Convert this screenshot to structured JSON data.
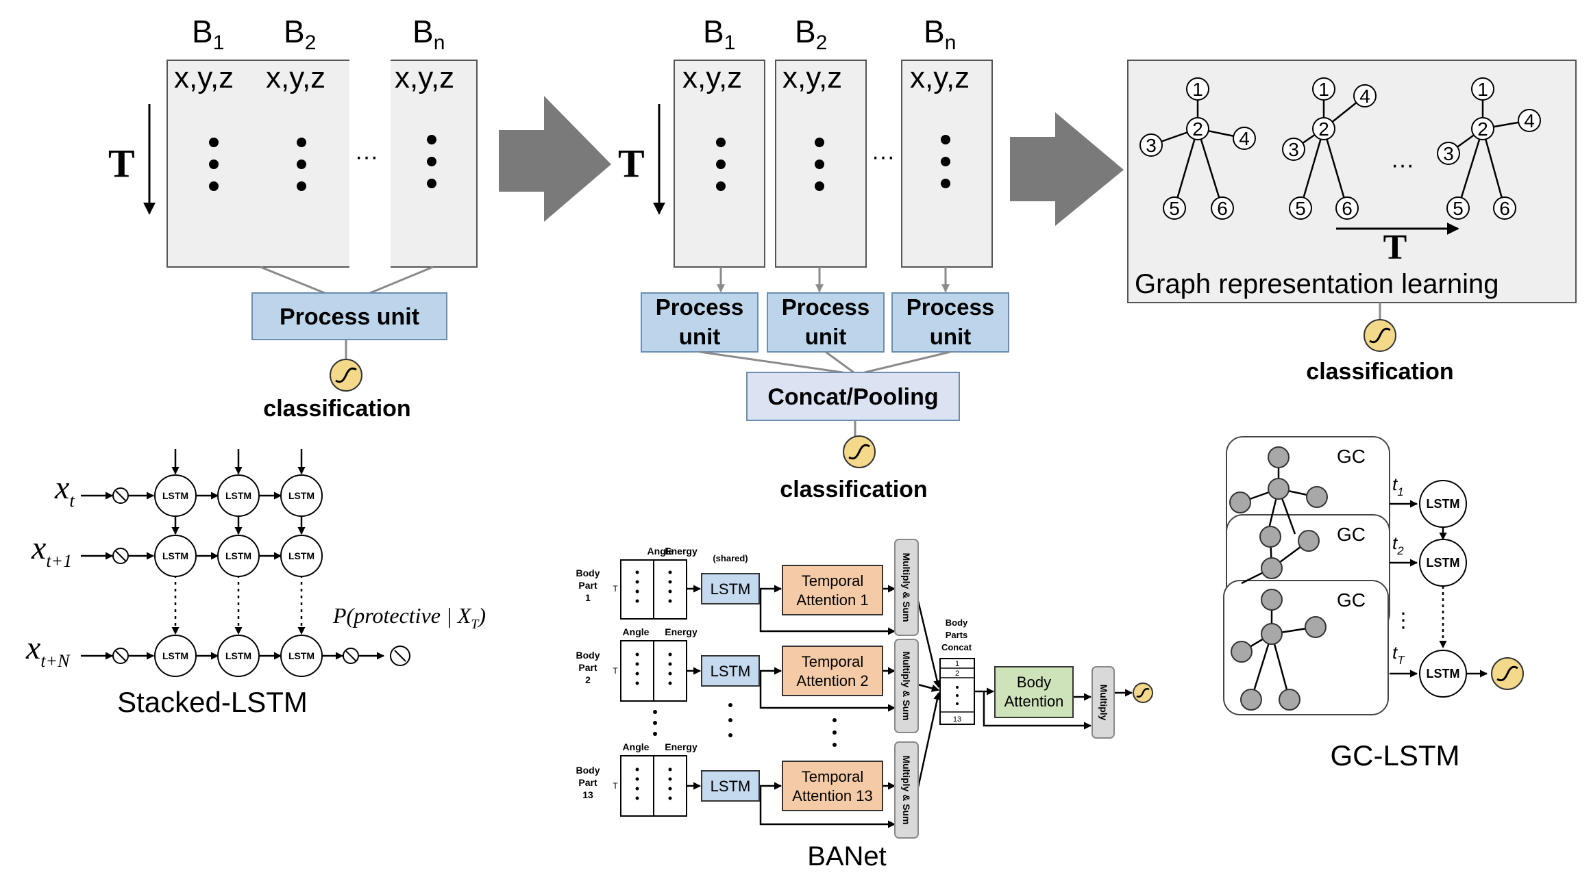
{
  "top": {
    "block_labels": [
      "B",
      "B",
      "B"
    ],
    "block_subs": [
      "1",
      "2",
      "n"
    ],
    "coord_label": "x,y,z",
    "time_label": "T",
    "ellipsis": "···",
    "process_unit": "Process unit",
    "process_line1": "Process",
    "process_line2": "unit",
    "concat_pooling": "Concat/Pooling",
    "classification": "classification",
    "graph_caption": "Graph representation learning",
    "graph_time": "T",
    "node_labels": [
      "1",
      "2",
      "3",
      "4",
      "5",
      "6"
    ]
  },
  "stacked_lstm": {
    "title": "Stacked-LSTM",
    "cell_label": "LSTM",
    "x_t": "x",
    "x_t_sub": "t",
    "x_t1": "x",
    "x_t1_sub": "t+1",
    "x_tN": "x",
    "x_tN_sub": "t+N",
    "prob_label": "P(protective | X",
    "prob_sub": "T",
    "prob_close": ")"
  },
  "banet": {
    "title": "BANet",
    "angle": "Angle",
    "energy": "Energy",
    "shared": "(shared)",
    "lstm": "LSTM",
    "t_label": "T",
    "body_parts": [
      {
        "line1": "Body",
        "line2": "Part",
        "line3": "1",
        "attn1": "Temporal",
        "attn2": "Attention 1"
      },
      {
        "line1": "Body",
        "line2": "Part",
        "line3": "2",
        "attn1": "Temporal",
        "attn2": "Attention 2"
      },
      {
        "line1": "Body",
        "line2": "Part",
        "line3": "13",
        "attn1": "Temporal",
        "attn2": "Attention 13"
      }
    ],
    "multiply_sum": "Multiply & Sum",
    "concat_title": [
      "Body",
      "Parts",
      "Concat"
    ],
    "concat_cells": [
      "1",
      "2",
      "13"
    ],
    "body_attention1": "Body",
    "body_attention2": "Attention",
    "multiply": "Multiply"
  },
  "gclstm": {
    "title": "GC-LSTM",
    "gc_label": "GC",
    "lstm": "LSTM",
    "t_labels": [
      "t",
      "t",
      "t"
    ],
    "t_subs": [
      "1",
      "2",
      "T"
    ],
    "vdots": "⋮"
  },
  "colors": {
    "panel_fill": "#efefef",
    "process_blue": "#bcd5ea",
    "concat_lavender": "#dbe2f2",
    "temporal_orange": "#f5cba7",
    "body_attention_green": "#cfe3bb",
    "sigmoid_yellow": "#f5d98a",
    "arrow_gray": "#7a7a7a"
  }
}
